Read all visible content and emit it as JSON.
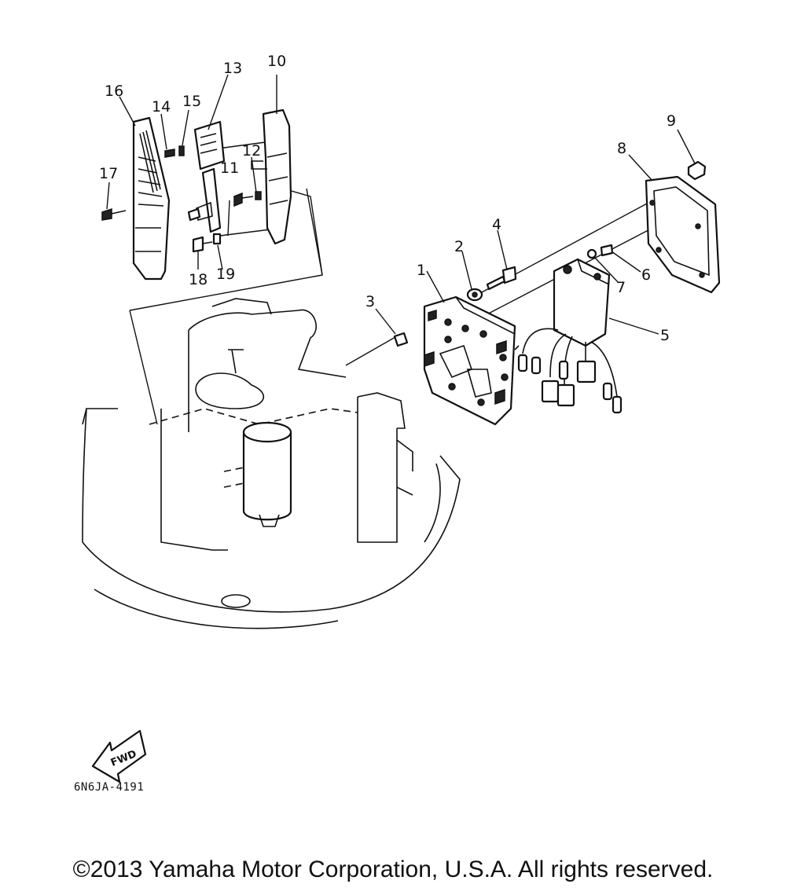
{
  "diagram": {
    "callouts": [
      "1",
      "2",
      "3",
      "4",
      "5",
      "6",
      "7",
      "8",
      "9",
      "10",
      "11",
      "12",
      "13",
      "14",
      "15",
      "16",
      "17",
      "18",
      "19"
    ],
    "fwd_label": "FWD",
    "drawing_code": "6N6JA-4191"
  },
  "footer": {
    "copyright": "©2013 Yamaha Motor Corporation, U.S.A. All rights reserved."
  }
}
